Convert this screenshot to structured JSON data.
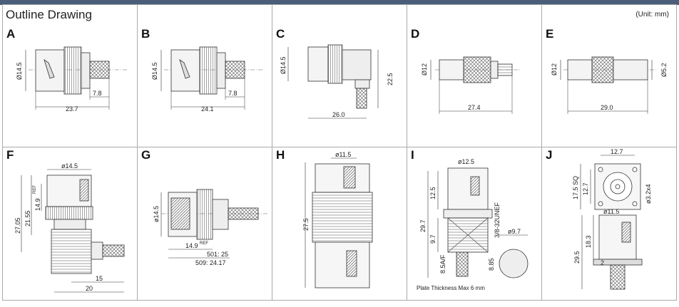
{
  "header": {
    "title": "Outline Drawing",
    "unit": "(Unit: mm)"
  },
  "cells": {
    "A": {
      "label": "A",
      "dia": "Ø14.5",
      "d1": "7.8",
      "d2": "23.7"
    },
    "B": {
      "label": "B",
      "dia": "Ø14.5",
      "d1": "7.8",
      "d2": "24.1"
    },
    "C": {
      "label": "C",
      "dia": "Ø14.5",
      "h": "22.5",
      "w": "26.0"
    },
    "D": {
      "label": "D",
      "dia": "Ø12",
      "w": "27.4"
    },
    "E": {
      "label": "E",
      "dia": "Ø12",
      "dia2": "Ø5.2",
      "w": "29.0"
    },
    "F": {
      "label": "F",
      "dia": "ø14.5",
      "h1": "27.05",
      "h2": "21.55",
      "h3": "14.9",
      "ref": "REF",
      "w1": "15",
      "w2": "20"
    },
    "G": {
      "label": "G",
      "dia": "ø14.5",
      "w1": "14.9",
      "ref": "REF",
      "w2": "501: 25",
      "w3": "509: 24.17"
    },
    "H": {
      "label": "H",
      "dia": "ø11.5",
      "h": "27.5"
    },
    "I": {
      "label": "I",
      "dia": "ø12.5",
      "h1": "12.5",
      "h2": "29.7",
      "h3": "9.7",
      "thread": "3/8-32UNEF",
      "dia2": "ø9.7",
      "hex": "8.5A/F",
      "h4": "8.85",
      "note": "Plate Thickness Max 6 mm"
    },
    "J": {
      "label": "J",
      "w1": "12.7",
      "sq": "17.5 SQ",
      "h1": "12.7",
      "holes": "ø3.2x4",
      "dia": "ø11.5",
      "h2": "18.3",
      "h3": "29.5",
      "h4": "2"
    }
  }
}
